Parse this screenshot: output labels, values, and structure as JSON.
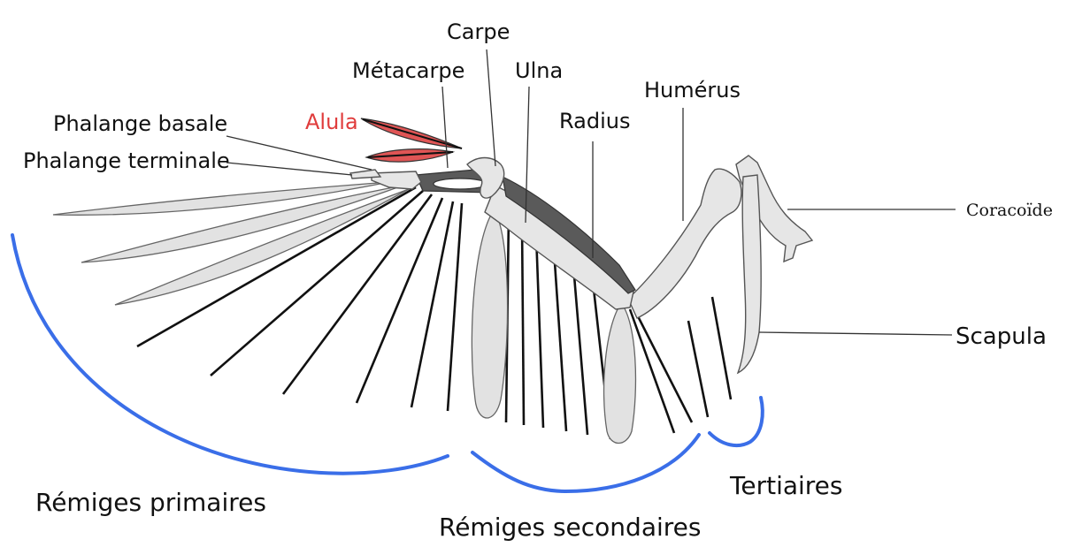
{
  "labels": {
    "carpe": "Carpe",
    "metacarpe": "Métacarpe",
    "ulna": "Ulna",
    "alula": "Alula",
    "phalange_basale": "Phalange basale",
    "phalange_terminale": "Phalange terminale",
    "radius": "Radius",
    "humerus": "Humérus",
    "coracoide": "Coracoïde",
    "scapula": "Scapula",
    "remiges_primaires": "Rémiges primaires",
    "remiges_secondaires": "Rémiges secondaires",
    "tertiaires": "Tertiaires"
  },
  "colors": {
    "alula": "#e03c3c",
    "alula_fill": "#e05555",
    "bracket": "#3a6ee8",
    "bone": "#e6e6e6",
    "bone_dark": "#5a5a5a"
  }
}
